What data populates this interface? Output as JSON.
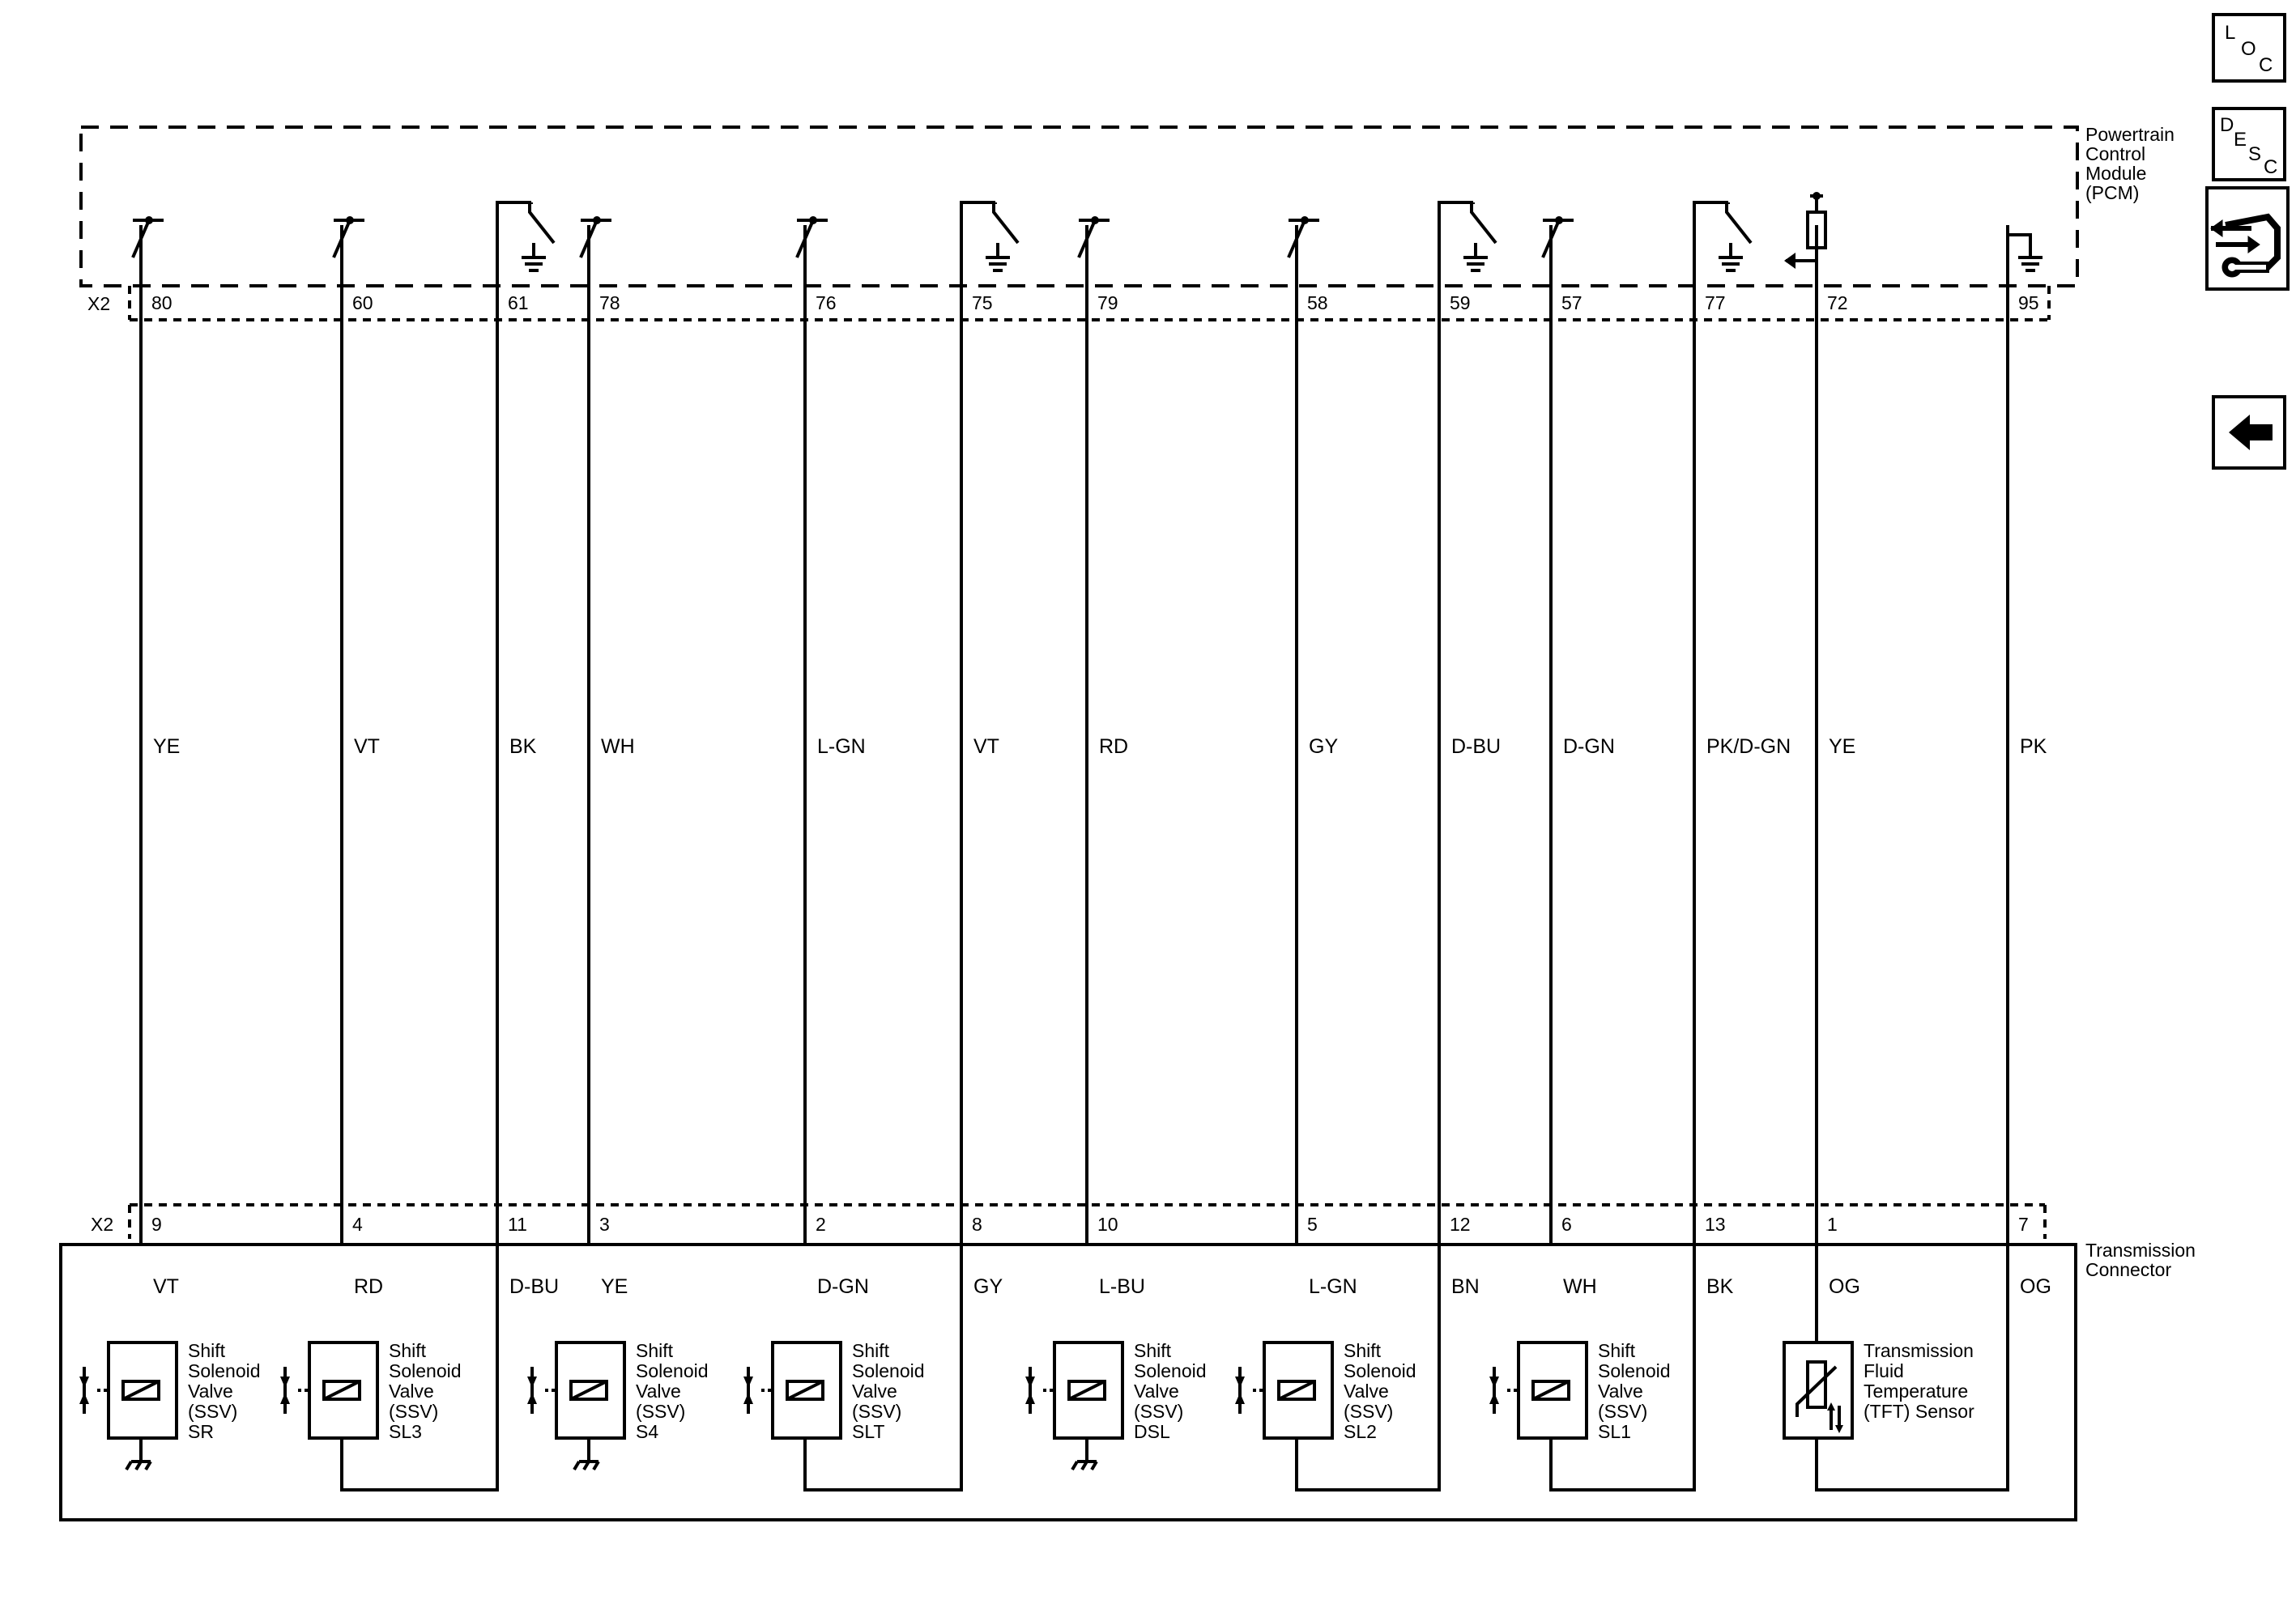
{
  "pcm": {
    "label_lines": [
      "Powertrain",
      "Control",
      "Module",
      "(PCM)"
    ],
    "connector": "X2",
    "pins": [
      "80",
      "60",
      "61",
      "78",
      "76",
      "75",
      "79",
      "58",
      "59",
      "57",
      "77",
      "72",
      "95"
    ],
    "wire_colors": [
      "YE",
      "VT",
      "BK",
      "WH",
      "L-GN",
      "VT",
      "RD",
      "GY",
      "D-BU",
      "D-GN",
      "PK/D-GN",
      "YE",
      "PK"
    ]
  },
  "transmission": {
    "label_lines": [
      "Transmission",
      "Connector"
    ],
    "connector": "X2",
    "pins": [
      "9",
      "4",
      "11",
      "3",
      "2",
      "8",
      "10",
      "5",
      "12",
      "6",
      "13",
      "1",
      "7"
    ],
    "wire_colors": [
      "VT",
      "RD",
      "D-BU",
      "YE",
      "D-GN",
      "GY",
      "L-BU",
      "L-GN",
      "BN",
      "WH",
      "BK",
      "OG",
      "OG"
    ]
  },
  "components": [
    {
      "id": "sr",
      "lines": [
        "Shift",
        "Solenoid",
        "Valve",
        "(SSV)",
        "SR"
      ]
    },
    {
      "id": "sl3",
      "lines": [
        "Shift",
        "Solenoid",
        "Valve",
        "(SSV)",
        "SL3"
      ]
    },
    {
      "id": "s4",
      "lines": [
        "Shift",
        "Solenoid",
        "Valve",
        "(SSV)",
        "S4"
      ]
    },
    {
      "id": "slt",
      "lines": [
        "Shift",
        "Solenoid",
        "Valve",
        "(SSV)",
        "SLT"
      ]
    },
    {
      "id": "dsl",
      "lines": [
        "Shift",
        "Solenoid",
        "Valve",
        "(SSV)",
        "DSL"
      ]
    },
    {
      "id": "sl2",
      "lines": [
        "Shift",
        "Solenoid",
        "Valve",
        "(SSV)",
        "SL2"
      ]
    },
    {
      "id": "sl1",
      "lines": [
        "Shift",
        "Solenoid",
        "Valve",
        "(SSV)",
        "SL1"
      ]
    },
    {
      "id": "tft",
      "lines": [
        "Transmission",
        "Fluid",
        "Temperature",
        "(TFT) Sensor"
      ]
    }
  ],
  "side_buttons": {
    "loc": {
      "letters": [
        "L",
        "O",
        "C"
      ],
      "icon": "location-button"
    },
    "desc": {
      "letters": [
        "D",
        "E",
        "S",
        "C"
      ],
      "icon": "description-button"
    },
    "service": {
      "icon": "connector-tool-icon"
    },
    "back": {
      "icon": "back-arrow-icon"
    }
  }
}
